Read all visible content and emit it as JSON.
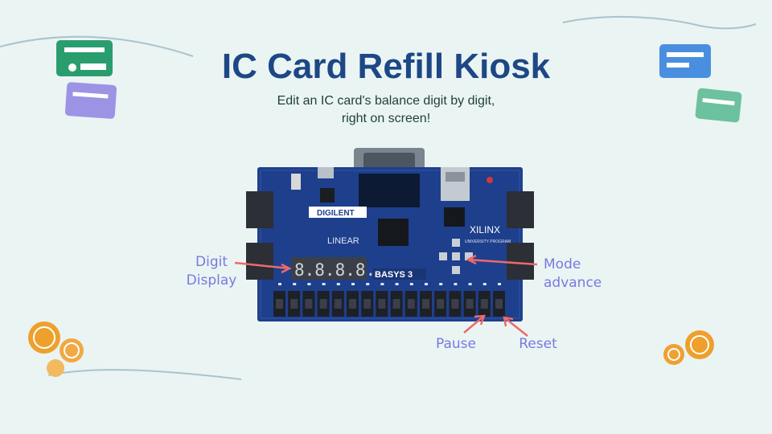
{
  "title": "IC Card Refill Kiosk",
  "subtitle_line1": "Edit an IC card's balance digit by digit,",
  "subtitle_line2": "right on screen!",
  "board": {
    "brand": "DIGILENT",
    "fpga_brand": "XILINX",
    "fpga_program": "UNIVERSITY PROGRAM",
    "maker_logo": "LINEAR",
    "name": "BASYS 3",
    "display_digits": "8.8.8.8."
  },
  "labels": {
    "digit_display_line1": "Digit",
    "digit_display_line2": "Display",
    "mode_line1": "Mode",
    "mode_line2": "advance",
    "pause": "Pause",
    "reset": "Reset"
  },
  "colors": {
    "background": "#eaf4f3",
    "title": "#1d4785",
    "label": "#7b78e0",
    "arrow": "#ee6a6a",
    "board": "#1e3f8c",
    "card_green": "#2a9d6e",
    "card_purple": "#9c93e4",
    "card_blue": "#4a8fdf",
    "card_mint": "#6cc19e",
    "coin": "#eea02c"
  },
  "icons": [
    "ic-card-icon",
    "coin-icon",
    "arrow-icon"
  ]
}
